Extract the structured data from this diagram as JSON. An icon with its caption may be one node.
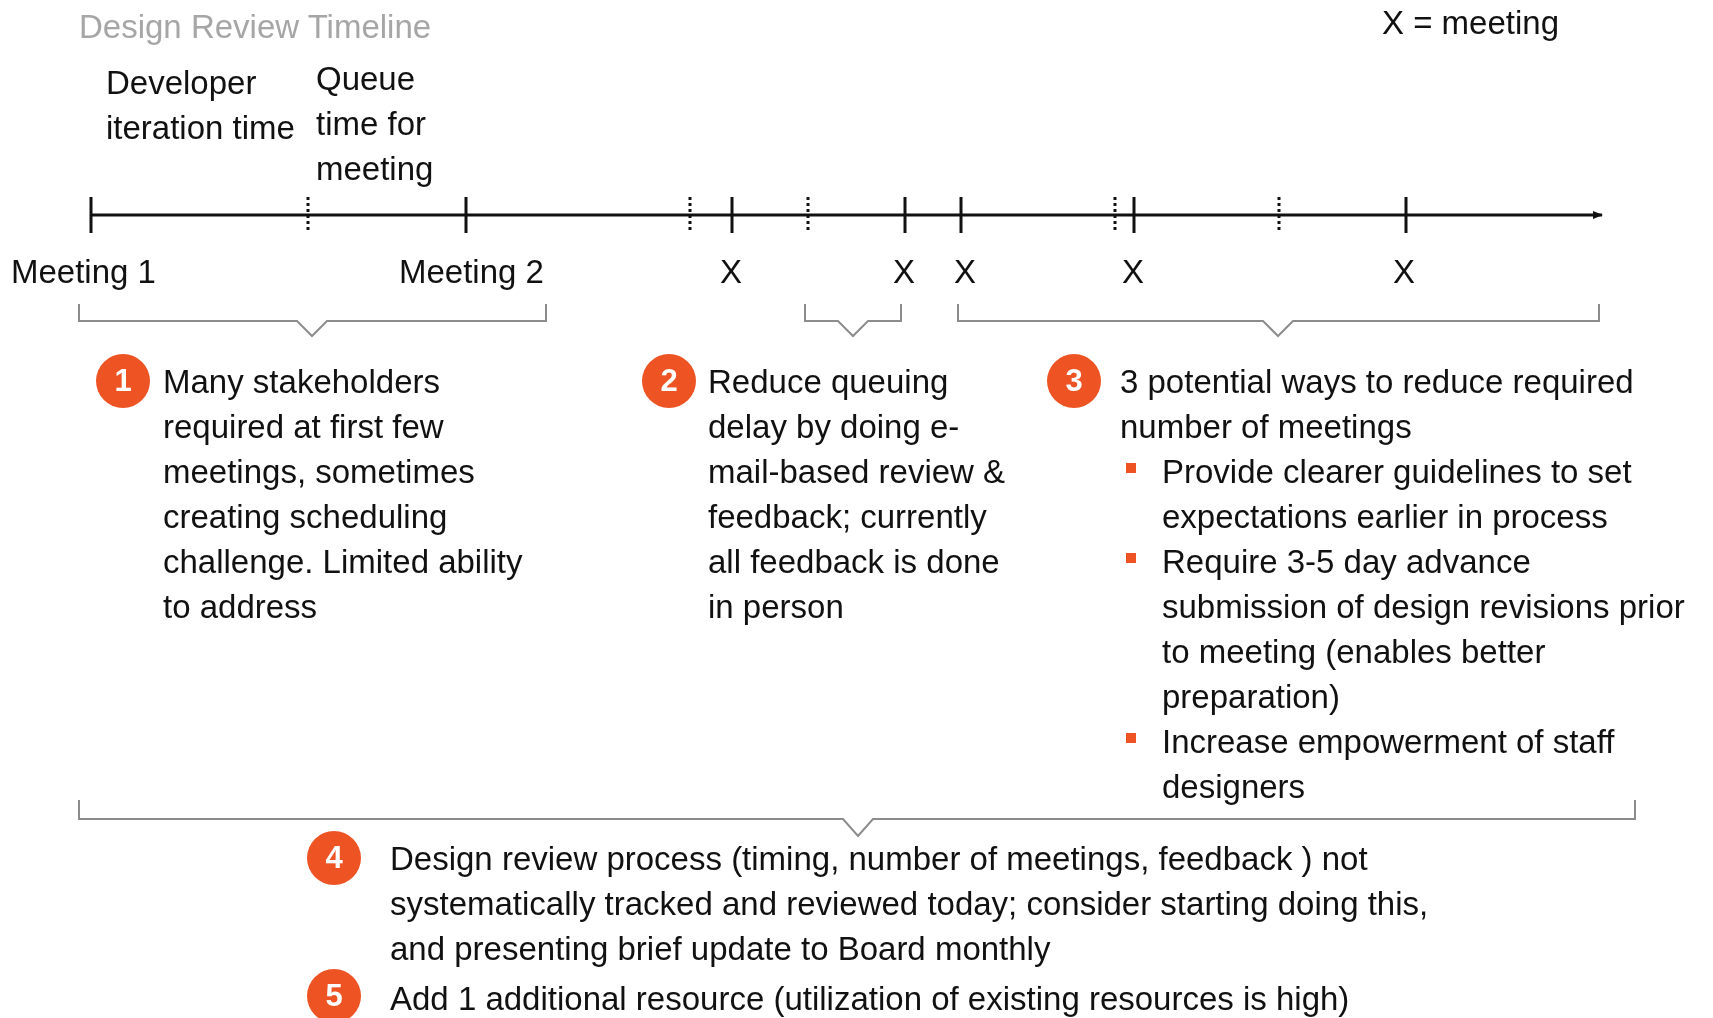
{
  "diagram": {
    "title": "Design Review Timeline",
    "nodes": [
      {
        "text": [
          "1"
        ],
        "beside": [
          "Many stakeholders required at first few meetings, sometimes creating scheduling challenge.  Limited ability to address"
        ]
      },
      {
        "text": [
          "2"
        ],
        "beside": [
          "Reduce queuing delay by doing e-mail-based review & feedback; currently all feedback is done in person"
        ]
      },
      {
        "text": [
          "3"
        ],
        "beside": [
          "3 potential ways to reduce required number of meetings",
          "Provide clearer guidelines to set expectations earlier in process",
          "Require 3-5 day advance submission of design revisions prior to meeting (enables better preparation)",
          "Increase empowerment of staff designers"
        ]
      },
      {
        "text": [
          "4"
        ],
        "beside": [
          "Design review process (timing, number of meetings, feedback ) not systematically tracked and reviewed today; consider starting doing this, and presenting brief update to Board monthly"
        ]
      },
      {
        "text": [
          "5"
        ],
        "beside": [
          "Add 1 additional resource (utilization of existing resources is high)"
        ]
      }
    ],
    "edges": [],
    "labels": [
      "X = meeting",
      "Developer iteration time",
      "Queue time for meeting",
      "Meeting 1",
      "Meeting 2",
      "X",
      "X",
      "X",
      "X",
      "X"
    ]
  }
}
